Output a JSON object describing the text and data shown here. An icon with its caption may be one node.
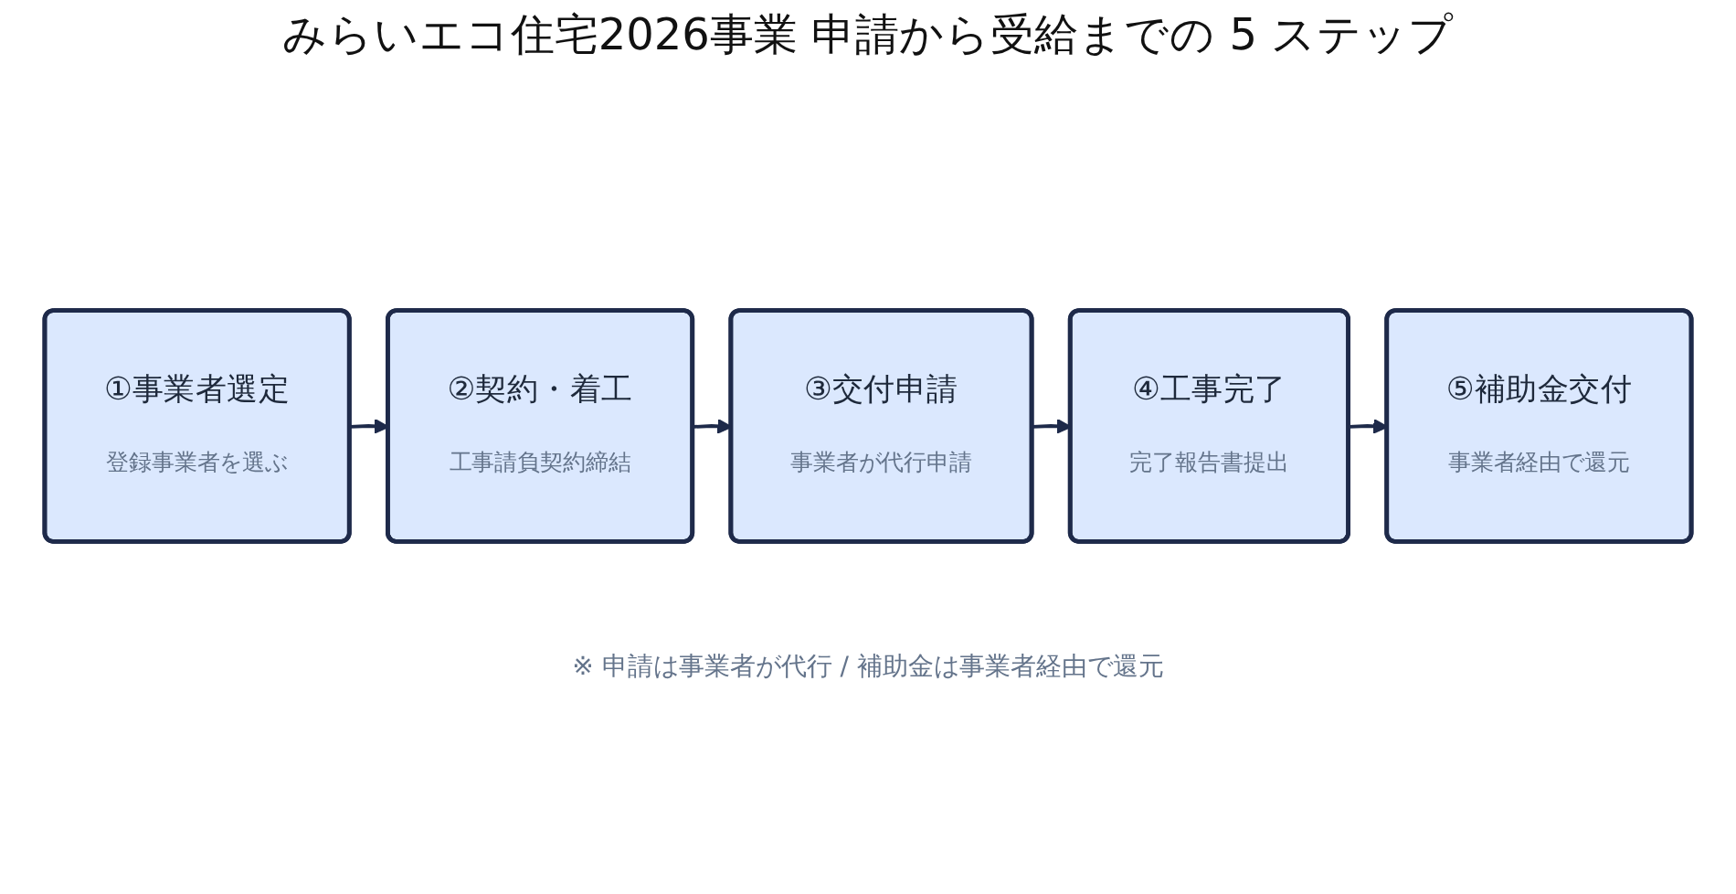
{
  "diagram": {
    "title": "みらいエコ住宅2026事業 申請から受給までの 5 ステップ",
    "nodes": [
      {
        "text": [
          "①事業者選定",
          "登録事業者を選ぶ"
        ]
      },
      {
        "text": [
          "②契約・着工",
          "工事請負契約締結"
        ]
      },
      {
        "text": [
          "③交付申請",
          "事業者が代行申請"
        ]
      },
      {
        "text": [
          "④工事完了",
          "完了報告書提出"
        ]
      },
      {
        "text": [
          "⑤補助金交付",
          "事業者経由で還元"
        ]
      }
    ],
    "edges": [
      {
        "from": 0,
        "to": 1,
        "arrow": "to"
      },
      {
        "from": 1,
        "to": 2,
        "arrow": "to"
      },
      {
        "from": 2,
        "to": 3,
        "arrow": "to"
      },
      {
        "from": 3,
        "to": 4,
        "arrow": "to"
      }
    ],
    "labels": [
      "※ 申請は事業者が代行 / 補助金は事業者経由で還元"
    ]
  }
}
